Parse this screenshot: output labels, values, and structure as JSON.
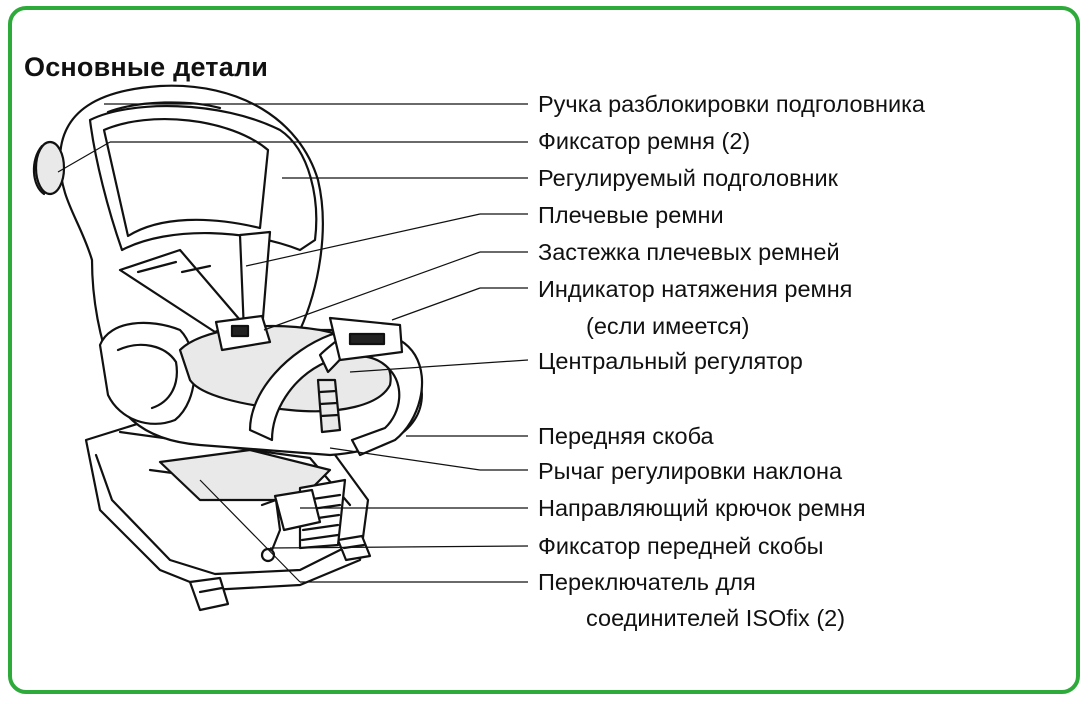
{
  "title": "Основные детали",
  "frame_color": "#2eaa3a",
  "labels": [
    {
      "text": "Ручка разблокировки подголовника"
    },
    {
      "text": "Фиксатор ремня (2)"
    },
    {
      "text": "Регулируемый подголовник"
    },
    {
      "text": "Плечевые ремни"
    },
    {
      "text": "Застежка плечевых ремней"
    },
    {
      "text": "Индикатор натяжения ремня"
    },
    {
      "text": "(если имеется)"
    },
    {
      "text": "Центральный регулятор"
    },
    {
      "text": "Передняя скоба"
    },
    {
      "text": "Рычаг регулировки наклона"
    },
    {
      "text": "Направляющий крючок ремня"
    },
    {
      "text": "Фиксатор передней скобы"
    },
    {
      "text": "Переключатель для"
    },
    {
      "text": "соединителей ISOfix (2)"
    }
  ]
}
